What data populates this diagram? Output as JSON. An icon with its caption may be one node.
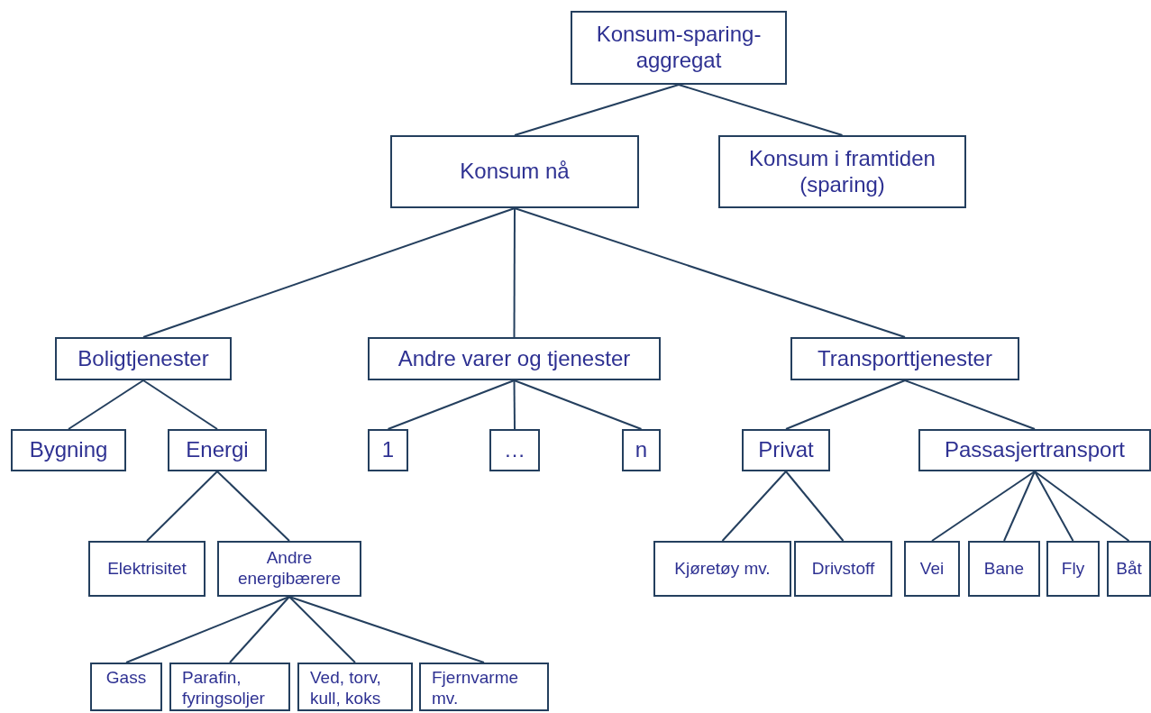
{
  "diagram": {
    "nodes": [
      {
        "text": [
          "Konsum-sparing-aggregat"
        ]
      },
      {
        "text": [
          "Konsum nå"
        ]
      },
      {
        "text": [
          "Konsum i framtiden (sparing)"
        ]
      },
      {
        "text": [
          "Boligtjenester"
        ]
      },
      {
        "text": [
          "Andre varer og tjenester"
        ]
      },
      {
        "text": [
          "Transporttjenester"
        ]
      },
      {
        "text": [
          "Bygning"
        ]
      },
      {
        "text": [
          "Energi"
        ]
      },
      {
        "text": [
          "1"
        ]
      },
      {
        "text": [
          "…"
        ]
      },
      {
        "text": [
          "n"
        ]
      },
      {
        "text": [
          "Privat"
        ]
      },
      {
        "text": [
          "Passasjertransport"
        ]
      },
      {
        "text": [
          "Elektrisitet"
        ]
      },
      {
        "text": [
          "Andre energibærere"
        ]
      },
      {
        "text": [
          "Gass"
        ]
      },
      {
        "text": [
          "Parafin, fyringsoljer"
        ]
      },
      {
        "text": [
          "Ved, torv, kull, koks"
        ]
      },
      {
        "text": [
          "Fjernvarme mv."
        ]
      },
      {
        "text": [
          "Kjøretøy mv."
        ]
      },
      {
        "text": [
          "Drivstoff"
        ]
      },
      {
        "text": [
          "Vei"
        ]
      },
      {
        "text": [
          "Bane"
        ]
      },
      {
        "text": [
          "Fly"
        ]
      },
      {
        "text": [
          "Båt"
        ]
      }
    ],
    "edges": [
      {
        "from": 0,
        "to": 1,
        "arrow": "none"
      },
      {
        "from": 0,
        "to": 2,
        "arrow": "none"
      },
      {
        "from": 1,
        "to": 3,
        "arrow": "none"
      },
      {
        "from": 1,
        "to": 4,
        "arrow": "none"
      },
      {
        "from": 1,
        "to": 5,
        "arrow": "none"
      },
      {
        "from": 3,
        "to": 6,
        "arrow": "none"
      },
      {
        "from": 3,
        "to": 7,
        "arrow": "none"
      },
      {
        "from": 4,
        "to": 8,
        "arrow": "none"
      },
      {
        "from": 4,
        "to": 9,
        "arrow": "none"
      },
      {
        "from": 4,
        "to": 10,
        "arrow": "none"
      },
      {
        "from": 5,
        "to": 11,
        "arrow": "none"
      },
      {
        "from": 5,
        "to": 12,
        "arrow": "none"
      },
      {
        "from": 7,
        "to": 13,
        "arrow": "none"
      },
      {
        "from": 7,
        "to": 14,
        "arrow": "none"
      },
      {
        "from": 14,
        "to": 15,
        "arrow": "none"
      },
      {
        "from": 14,
        "to": 16,
        "arrow": "none"
      },
      {
        "from": 14,
        "to": 17,
        "arrow": "none"
      },
      {
        "from": 14,
        "to": 18,
        "arrow": "none"
      },
      {
        "from": 11,
        "to": 19,
        "arrow": "none"
      },
      {
        "from": 11,
        "to": 20,
        "arrow": "none"
      },
      {
        "from": 12,
        "to": 21,
        "arrow": "none"
      },
      {
        "from": 12,
        "to": 22,
        "arrow": "none"
      },
      {
        "from": 12,
        "to": 23,
        "arrow": "none"
      },
      {
        "from": 12,
        "to": 24,
        "arrow": "none"
      }
    ]
  }
}
